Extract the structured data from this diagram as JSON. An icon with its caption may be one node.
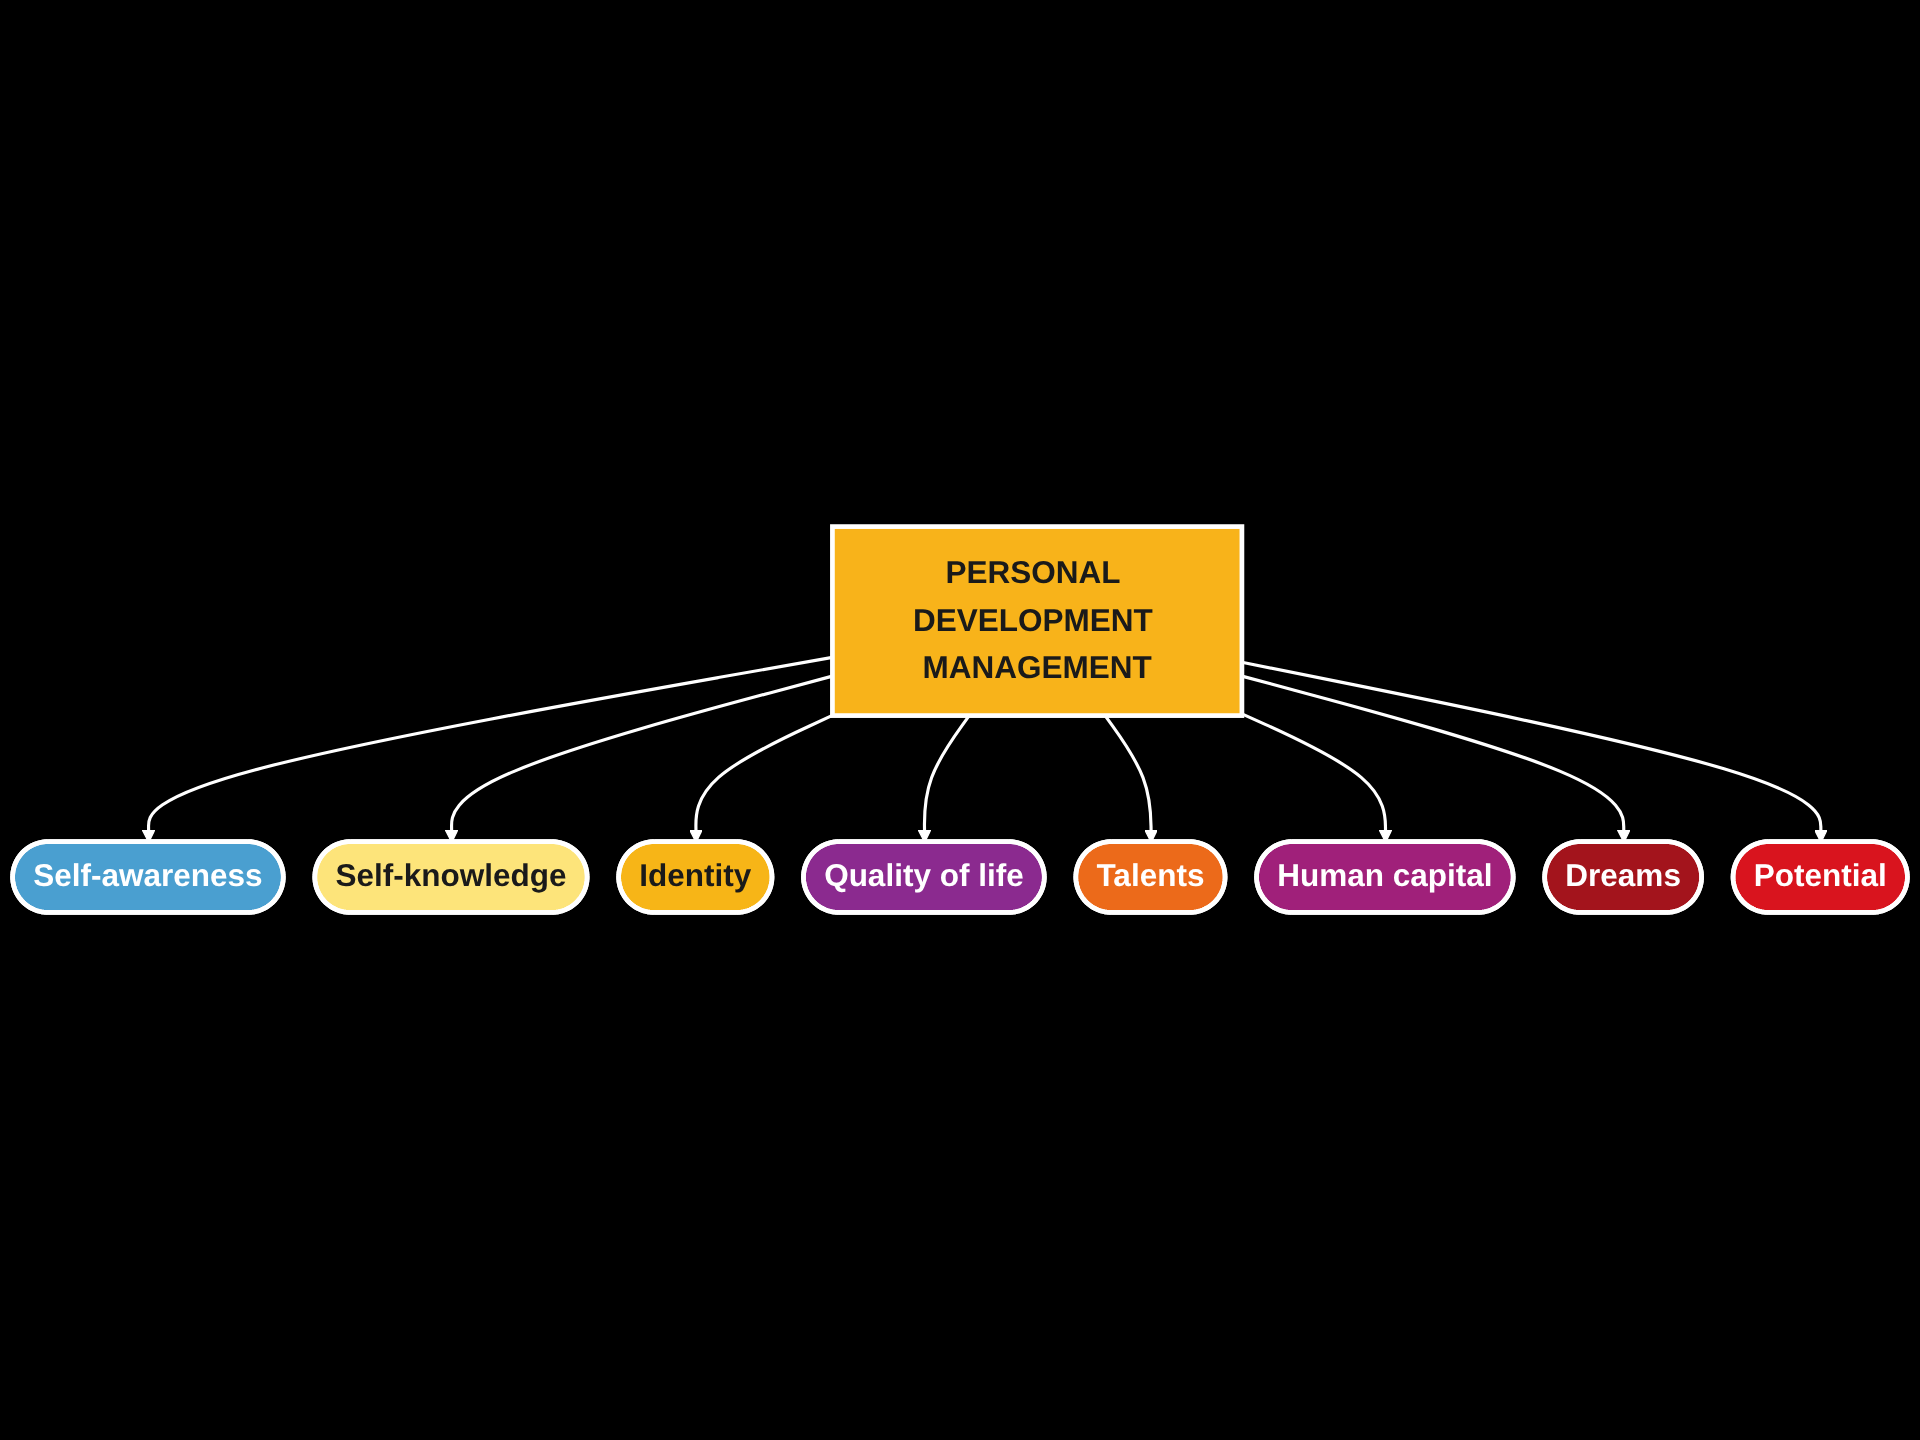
{
  "diagram": {
    "nodes": [
      {
        "text": [
          "PERSONAL DEVELOPMENT MANAGEMENT"
        ]
      },
      {
        "text": [
          "Self-awareness"
        ]
      },
      {
        "text": [
          "Self-knowledge"
        ]
      },
      {
        "text": [
          "Identity"
        ]
      },
      {
        "text": [
          "Quality of life"
        ]
      },
      {
        "text": [
          "Talents"
        ]
      },
      {
        "text": [
          "Human capital"
        ]
      },
      {
        "text": [
          "Dreams"
        ]
      },
      {
        "text": [
          "Potential"
        ]
      }
    ],
    "edges": [
      {
        "from": 0,
        "to": 1,
        "arrow": "to"
      },
      {
        "from": 0,
        "to": 2,
        "arrow": "to"
      },
      {
        "from": 0,
        "to": 3,
        "arrow": "to"
      },
      {
        "from": 0,
        "to": 4,
        "arrow": "to"
      },
      {
        "from": 0,
        "to": 5,
        "arrow": "to"
      },
      {
        "from": 0,
        "to": 6,
        "arrow": "to"
      },
      {
        "from": 0,
        "to": 7,
        "arrow": "to"
      },
      {
        "from": 0,
        "to": 8,
        "arrow": "to"
      }
    ]
  }
}
